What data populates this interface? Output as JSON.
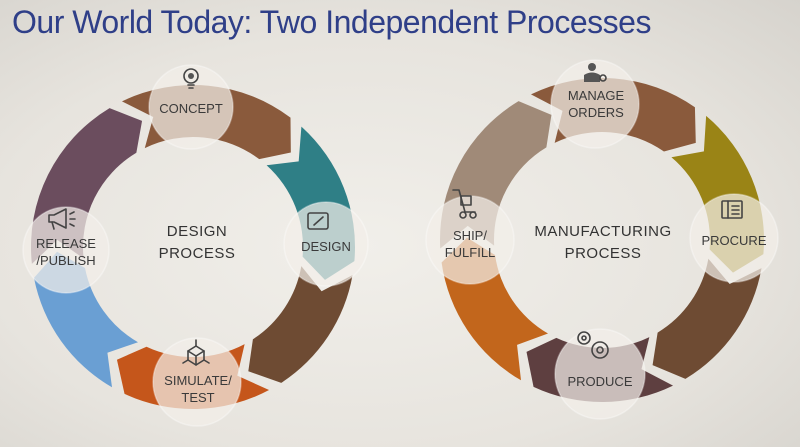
{
  "title": "Our World Today: Two Independent Processes",
  "design_cycle": {
    "center_line1": "DESIGN",
    "center_line2": "PROCESS",
    "concept": "CONCEPT",
    "design": "DESIGN",
    "simulate_line1": "SIMULATE/",
    "simulate_line2": "TEST",
    "release_line1": "RELEASE",
    "release_line2": "/PUBLISH",
    "colors": [
      "#8a5a3c",
      "#2f7f86",
      "#6e4b33",
      "#c5561b",
      "#6a9fd3",
      "#6b4d5e"
    ]
  },
  "manufacturing_cycle": {
    "center_line1": "MANUFACTURING",
    "center_line2": "PROCESS",
    "manage_line1": "MANAGE",
    "manage_line2": "ORDERS",
    "procure": "PROCURE",
    "produce": "PRODUCE",
    "ship_line1": "SHIP/",
    "ship_line2": "FULFILL",
    "colors": [
      "#8a5a3c",
      "#9a8416",
      "#6e4b33",
      "#5e3f40",
      "#c2661c",
      "#a08a78"
    ]
  },
  "icons": [
    "lightbulb-gear-icon",
    "tablet-icon",
    "cube-nodes-icon",
    "megaphone-icon",
    "person-gear-icon",
    "catalog-icon",
    "gears-icon",
    "hand-truck-icon"
  ]
}
